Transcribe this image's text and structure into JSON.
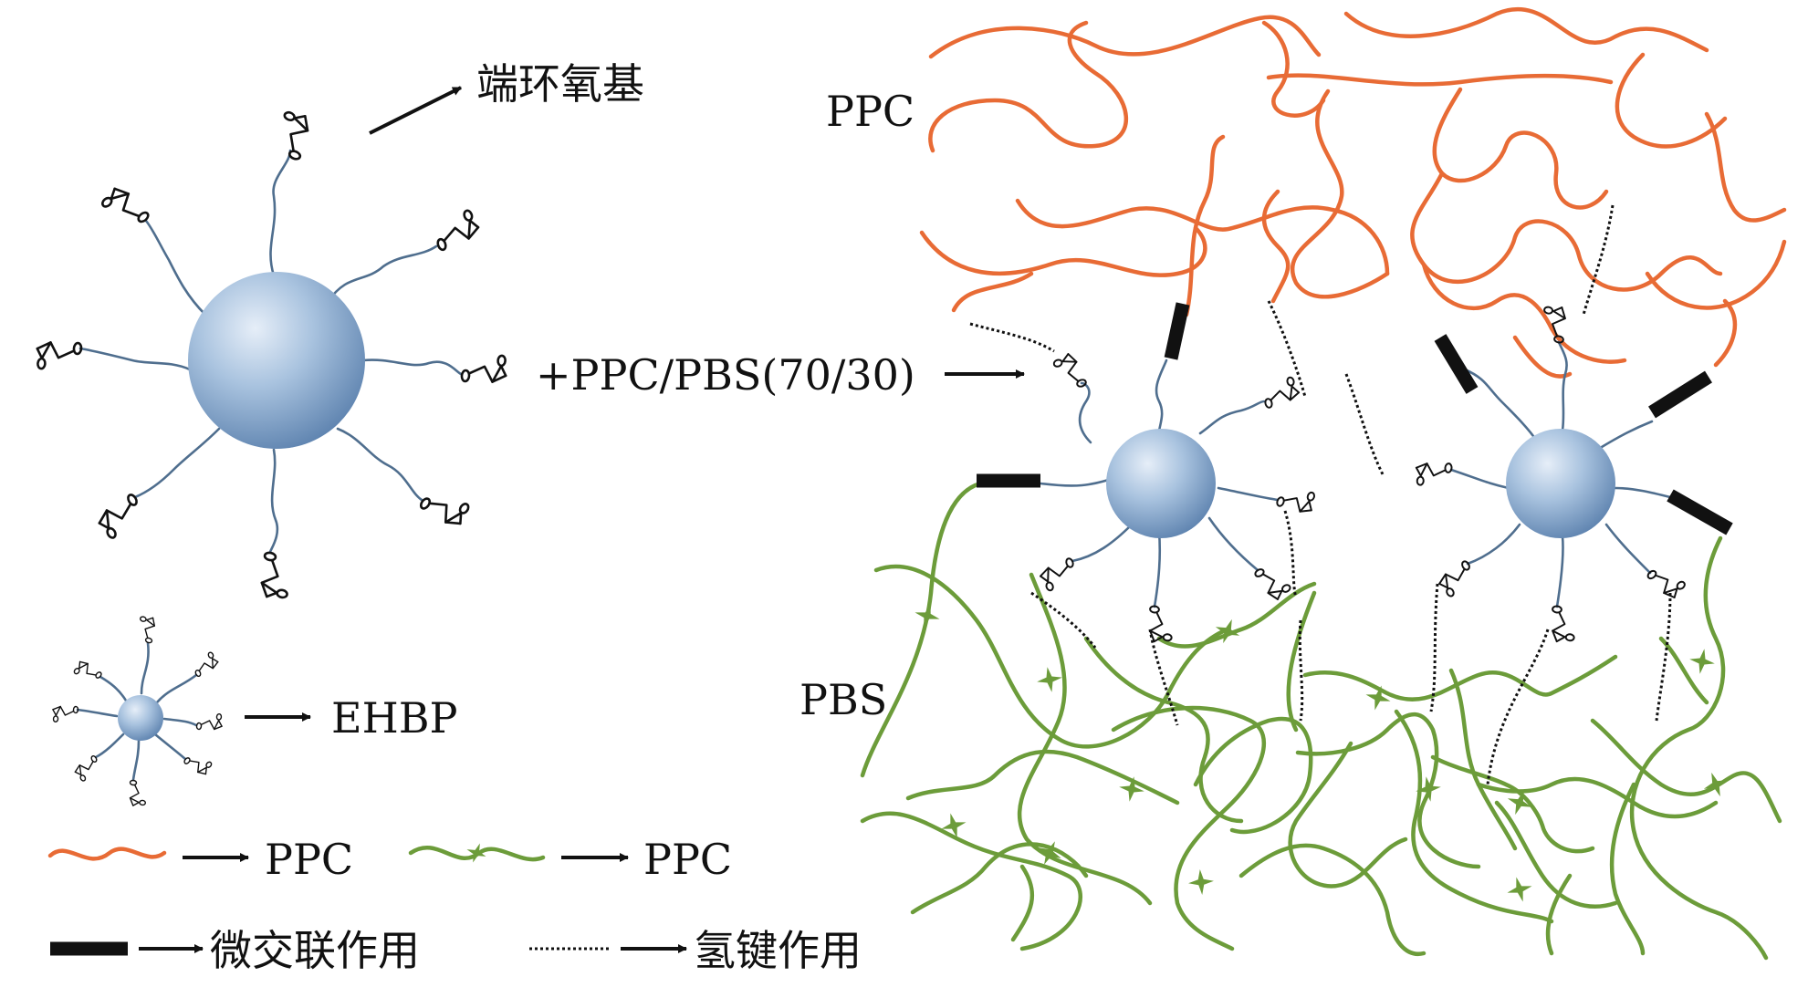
{
  "labels": {
    "terminal_epoxy": "端环氧基",
    "ppc_top": "PPC",
    "pbs": "PBS",
    "blend": "+PPC/PBS(70/30)",
    "ehbp": "EHBP"
  },
  "legend": {
    "orange_chain": "PPC",
    "green_chain": "PPC",
    "micro_crosslink": "微交联作用",
    "hydrogen_bond": "氢键作用"
  },
  "colors": {
    "ppc_chain": "#e86b35",
    "pbs_chain": "#6c9c3a",
    "sphere": "#a9c3df",
    "sphere_core": "#6f93bd",
    "arm": "#4f6e8e",
    "ink": "#111111"
  }
}
